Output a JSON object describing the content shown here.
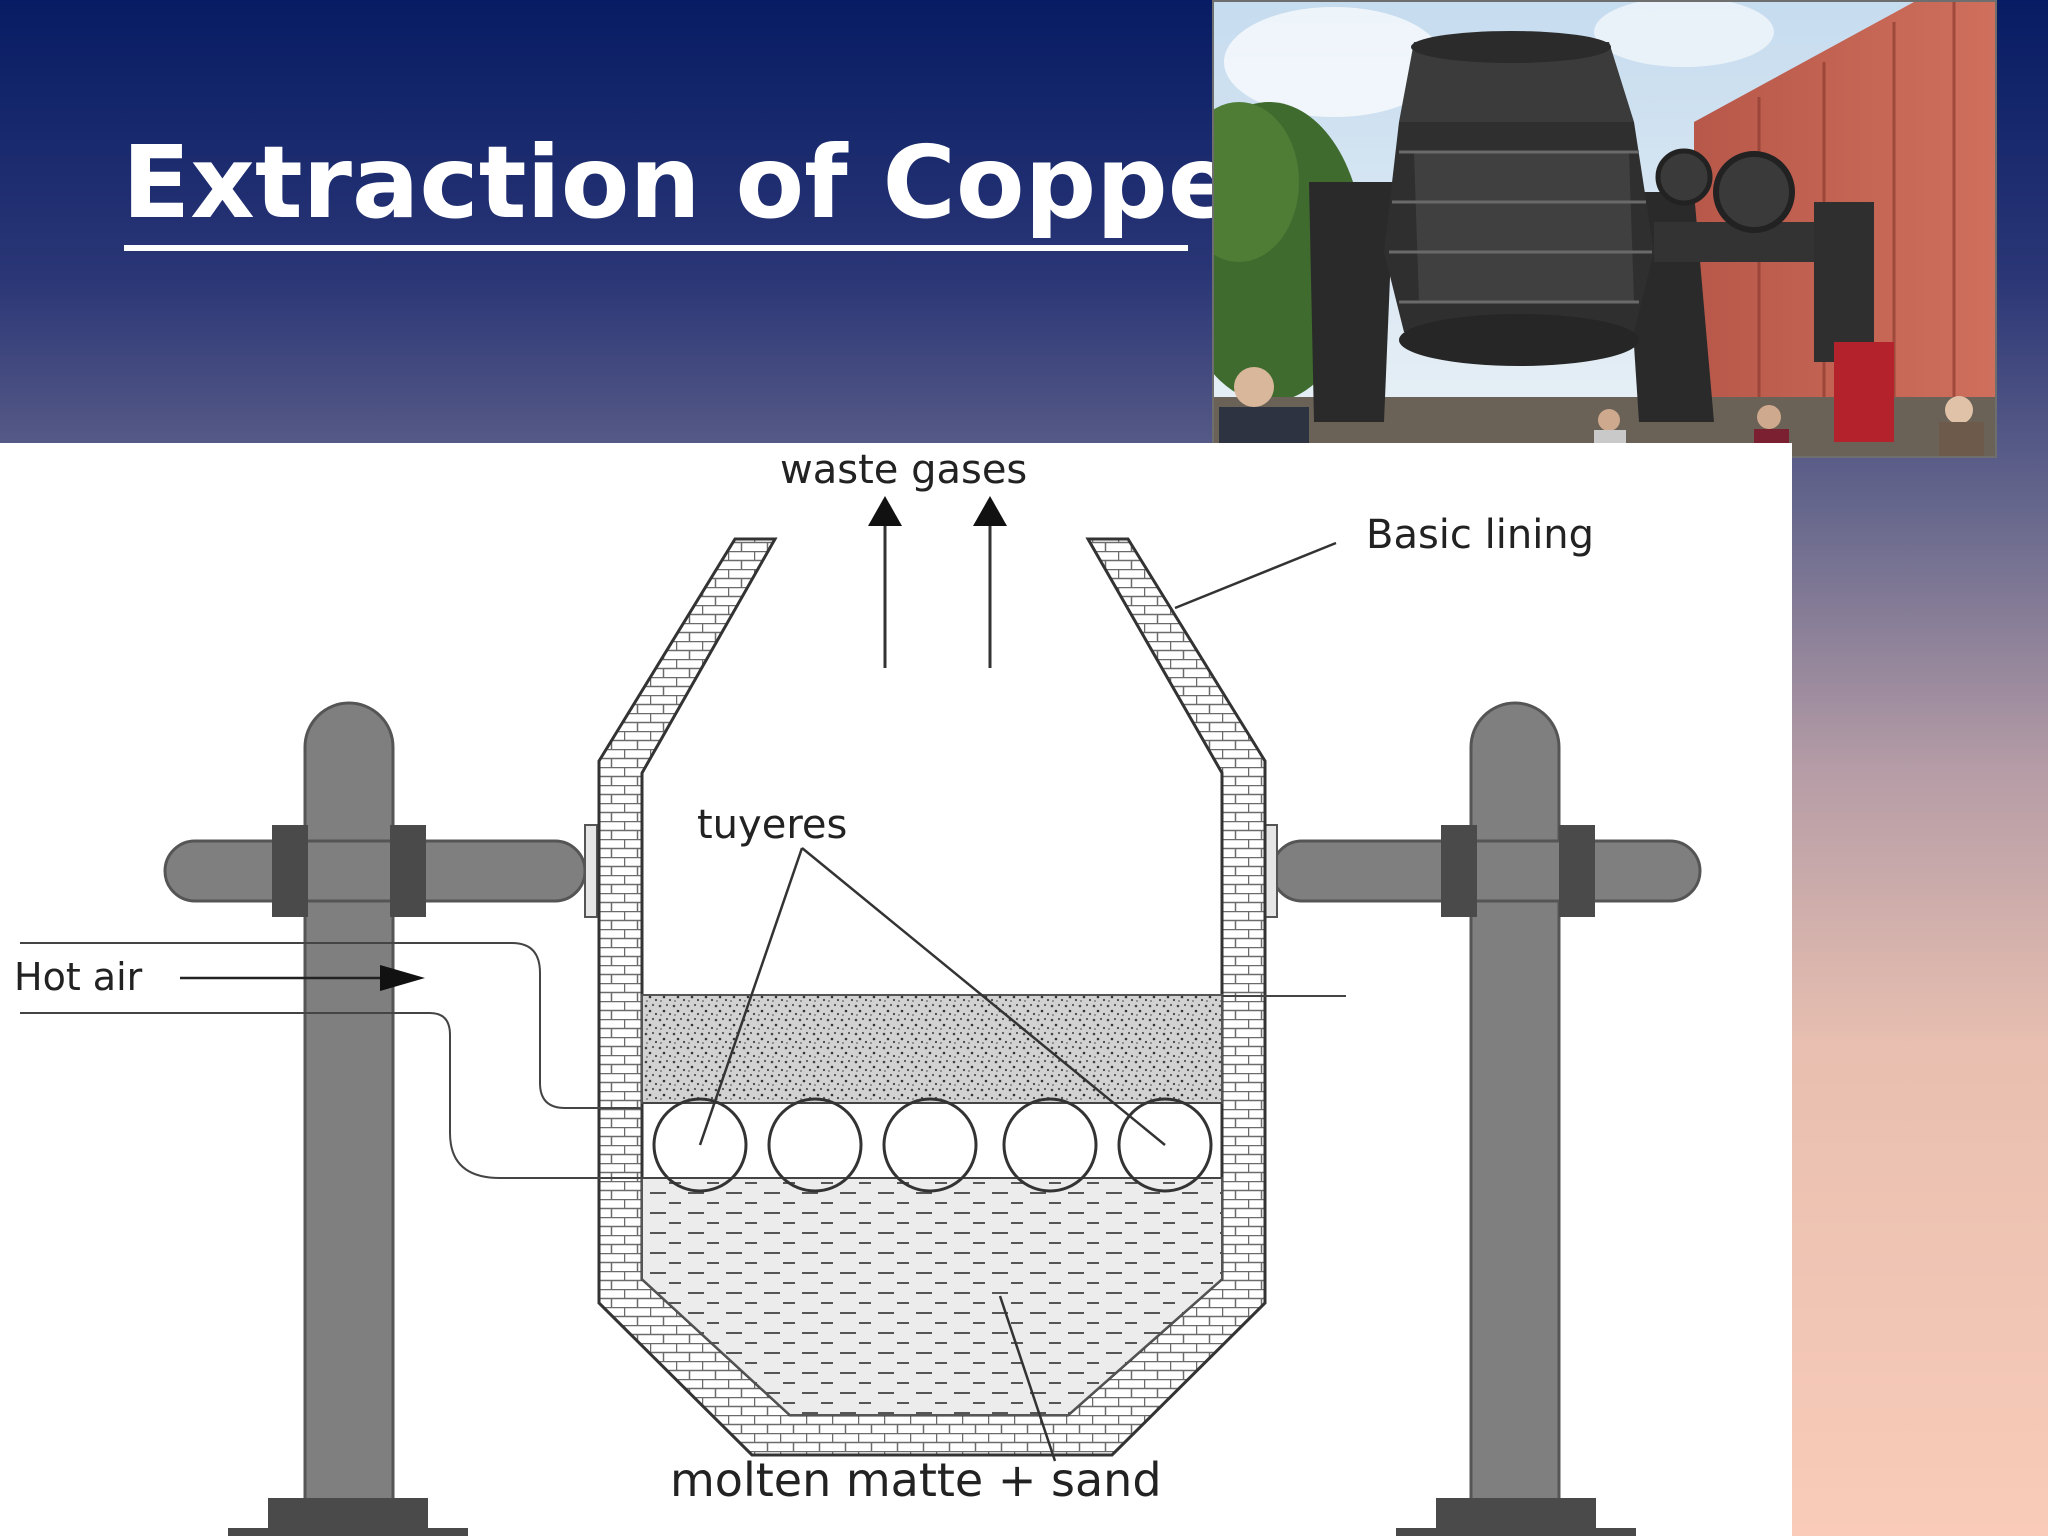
{
  "slide": {
    "title": "Extraction of Copper",
    "colors": {
      "title_text": "#ffffff",
      "background_top": "#071c64",
      "background_bottom": "#f9cbb8"
    }
  },
  "photo": {
    "subject": "Bessemer converter vessel mounted on a steel frame beside a brick building, people watching"
  },
  "diagram": {
    "labels": {
      "waste_gases": "waste gases",
      "basic_lining": "Basic lining",
      "tuyeres": "tuyeres",
      "hot_air": "Hot air",
      "molten": "molten matte + sand"
    }
  }
}
